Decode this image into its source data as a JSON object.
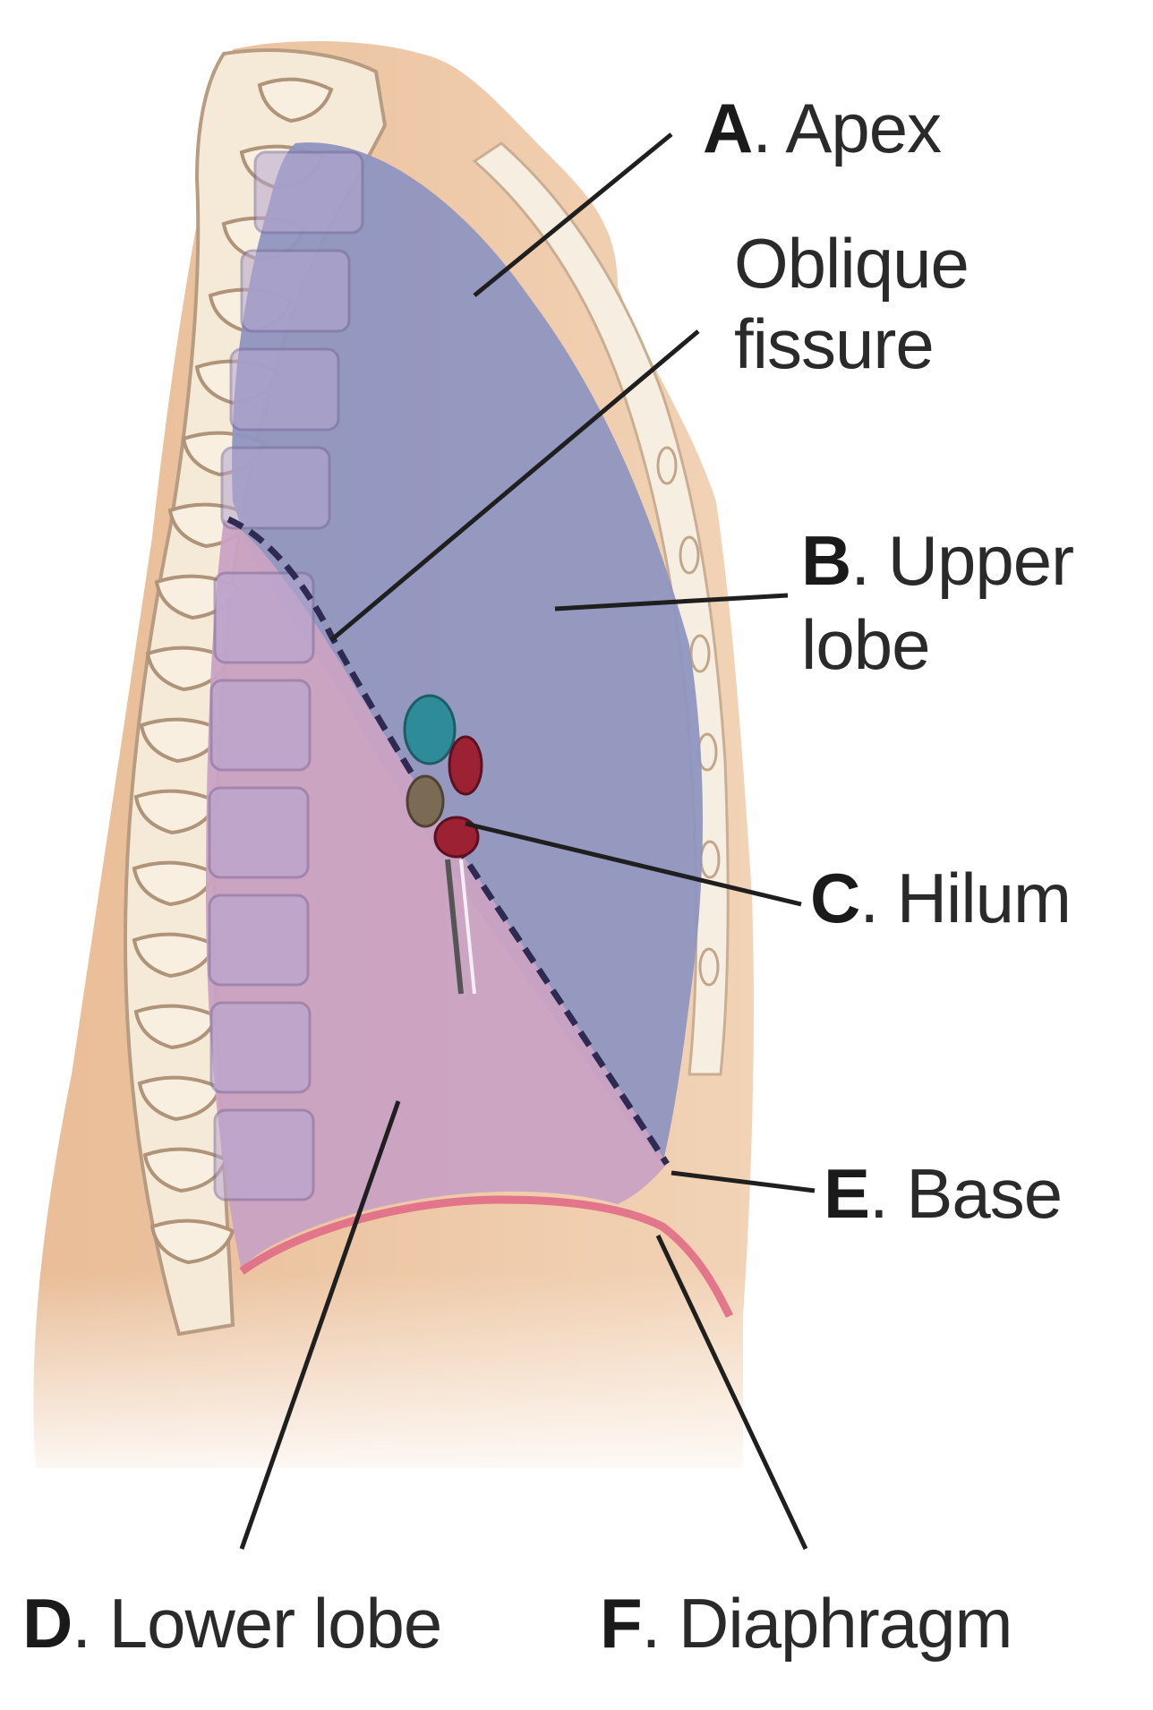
{
  "labels": {
    "apex": {
      "letter": "A",
      "text": "Apex"
    },
    "oblique": {
      "line1": "Oblique",
      "line2": "fissure"
    },
    "upper": {
      "letter": "B",
      "line1": "Upper",
      "line2": "lobe"
    },
    "hilum": {
      "letter": "C",
      "text": "Hilum"
    },
    "base": {
      "letter": "E",
      "text": "Base"
    },
    "lower": {
      "letter": "D",
      "text": "Lower lobe"
    },
    "diaphragm": {
      "letter": "F",
      "text": "Diaphragm"
    }
  },
  "colors": {
    "skin": "#efc9a8",
    "bone": "#f6ecdc",
    "upper_lobe": "#8f95c0",
    "lower_lobe": "#c9a2c3",
    "diaphragm": "#e06b86",
    "leader": "#1f1f1f"
  }
}
